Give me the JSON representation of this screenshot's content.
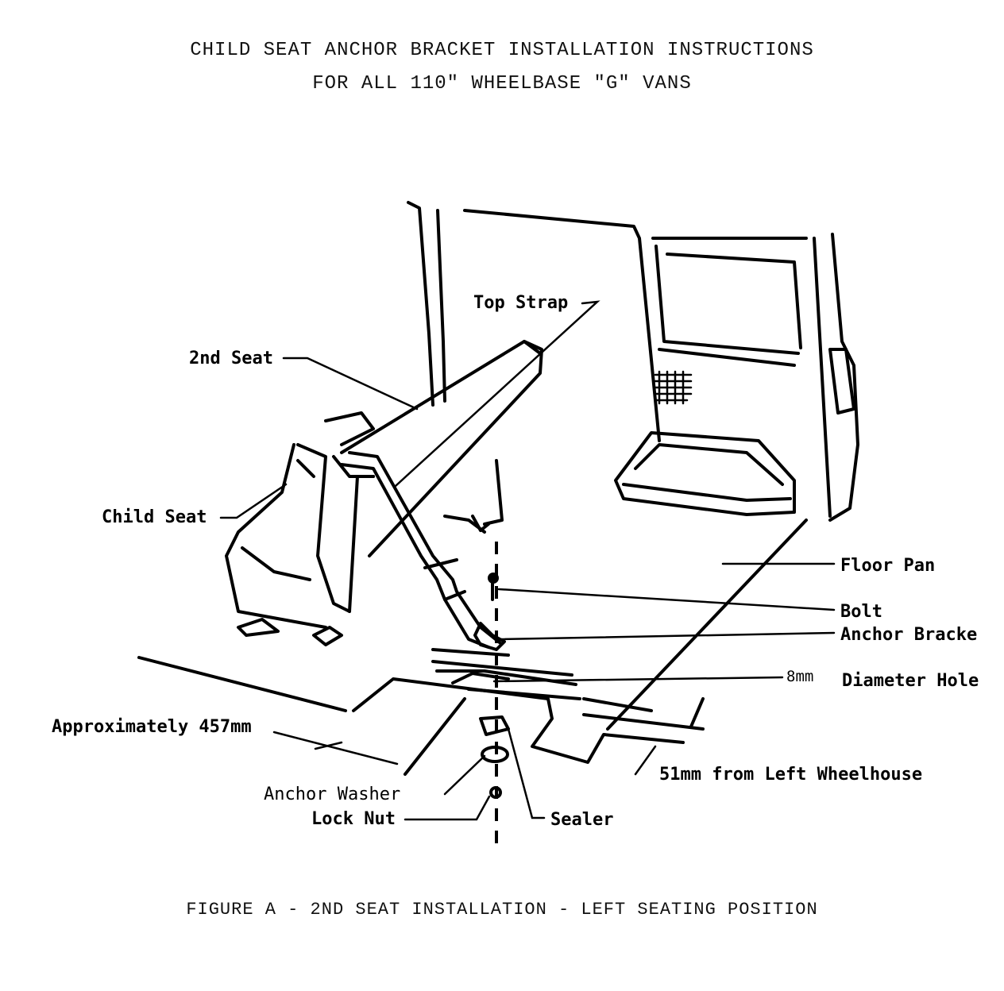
{
  "header": {
    "line1": "CHILD SEAT ANCHOR BRACKET INSTALLATION INSTRUCTIONS",
    "line2": "FOR ALL 110\" WHEELBASE \"G\" VANS"
  },
  "labels": {
    "top_strap": "Top Strap",
    "second_seat": "2nd Seat",
    "child_seat": "Child Seat",
    "floor_pan": "Floor Pan",
    "bolt": "Bolt",
    "anchor_bracket": "Anchor Bracke",
    "diameter_hole_size": "8mm",
    "diameter_hole": "Diameter Hole",
    "approx_distance": "Approximately 457mm",
    "wheelhouse_distance": "51mm from Left Wheelhouse",
    "anchor_washer": "Anchor Washer",
    "lock_nut": "Lock Nut",
    "sealer": "Sealer"
  },
  "caption": "FIGURE A - 2ND SEAT INSTALLATION - LEFT SEATING POSITION"
}
